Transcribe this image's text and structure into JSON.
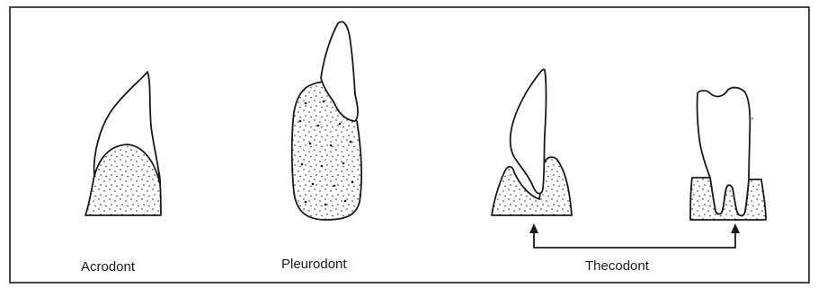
{
  "labels": {
    "acrodont": "Acrodont",
    "pleurodont": "Pleurodont",
    "thecodont": "Thecodont"
  },
  "colors": {
    "ink": "#1a1a1a",
    "background": "#ffffff"
  }
}
